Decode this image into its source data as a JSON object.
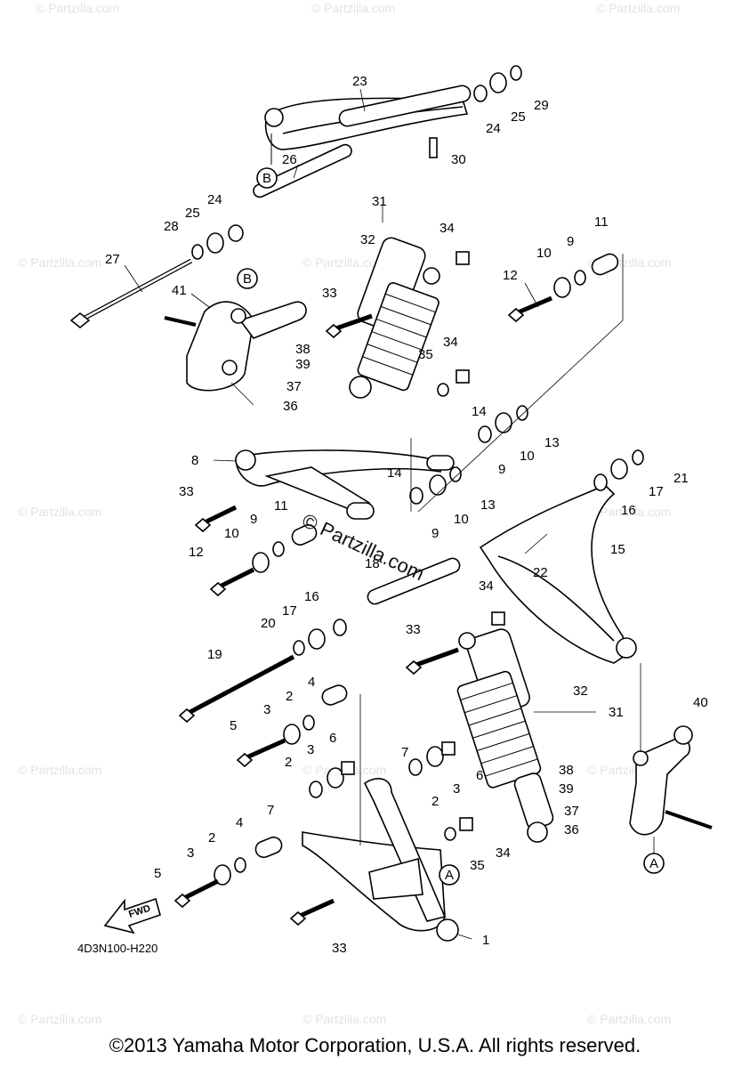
{
  "watermark": "© Partzilla.com",
  "center_watermark": "© Partzilla.com",
  "diagram_code": "4D3N100-H220",
  "fwd_label": "FWD",
  "copyright": "©2013 Yamaha Motor Corporation, U.S.A. All rights reserved.",
  "callouts": {
    "b_top": "B",
    "b_mid": "B",
    "a_bottom": "A",
    "a_right": "A"
  },
  "part_labels": [
    "23",
    "24",
    "25",
    "29",
    "30",
    "26",
    "24",
    "25",
    "28",
    "27",
    "31",
    "32",
    "34",
    "33",
    "11",
    "10",
    "9",
    "12",
    "41",
    "38",
    "39",
    "37",
    "36",
    "35",
    "34",
    "14",
    "13",
    "10",
    "9",
    "8",
    "14",
    "13",
    "10",
    "9",
    "33",
    "11",
    "9",
    "10",
    "12",
    "18",
    "21",
    "17",
    "16",
    "15",
    "22",
    "34",
    "16",
    "17",
    "20",
    "19",
    "33",
    "32",
    "31",
    "4",
    "2",
    "3",
    "5",
    "6",
    "3",
    "2",
    "7",
    "6",
    "3",
    "2",
    "40",
    "38",
    "39",
    "37",
    "36",
    "7",
    "4",
    "2",
    "3",
    "5",
    "35",
    "34",
    "33",
    "1"
  ]
}
